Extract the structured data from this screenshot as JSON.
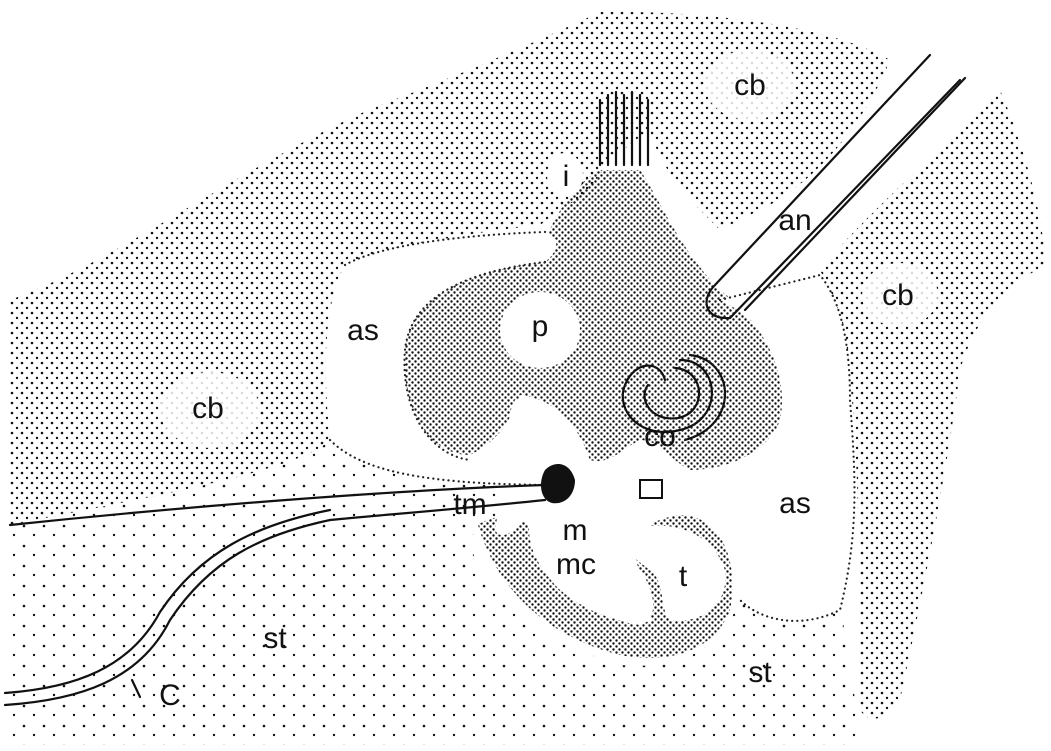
{
  "diagram": {
    "labels": {
      "cb_top": "cb",
      "cb_left": "cb",
      "cb_right": "cb",
      "i": "i",
      "an": "an",
      "as_left": "as",
      "as_right": "as",
      "p": "p",
      "co": "co",
      "tm": "tm",
      "m": "m",
      "mc": "mc",
      "t": "t",
      "st_left": "st",
      "st_right": "st",
      "c": "C"
    },
    "colors": {
      "ink": "#111111",
      "background": "#ffffff"
    }
  }
}
